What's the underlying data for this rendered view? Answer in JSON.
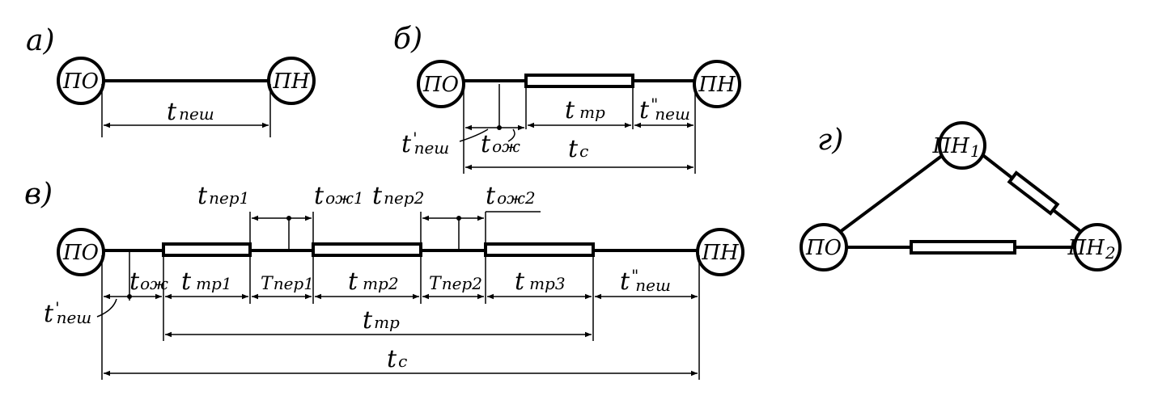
{
  "panels": {
    "a": {
      "label": "а)",
      "origin": "ПО",
      "dest": "ПН",
      "walk": {
        "main": "t",
        "sub": "пеш"
      }
    },
    "b": {
      "label": "б)",
      "origin": "ПО",
      "dest": "ПН",
      "walk1": {
        "main": "t",
        "sup": "'",
        "sub": "пеш"
      },
      "wait": {
        "main": "t",
        "sub": "ож"
      },
      "transit": {
        "main": "t",
        "sub": "тр"
      },
      "walk2": {
        "main": "t",
        "sup": "\"",
        "sub": "пеш"
      },
      "total": {
        "main": "t",
        "sub": "с"
      }
    },
    "v": {
      "label": "в)",
      "origin": "ПО",
      "dest": "ПН",
      "per1_top": {
        "main": "t",
        "sub": "пер1"
      },
      "wait1_top": {
        "main": "t",
        "sub": "ож1"
      },
      "per2_top": {
        "main": "t",
        "sub": "пер2"
      },
      "wait2_top": {
        "main": "t",
        "sub": "ож2"
      },
      "wait": {
        "main": "t",
        "sub": "ож"
      },
      "tr1": {
        "main": "t",
        "sub": "тр1"
      },
      "Tper1": {
        "main": "T",
        "sub": "пер1"
      },
      "tr2": {
        "main": "t",
        "sub": "тр2"
      },
      "Tper2": {
        "main": "T",
        "sub": "пер2"
      },
      "tr3": {
        "main": "t",
        "sub": "тр3"
      },
      "walk2": {
        "main": "t",
        "sup": "\"",
        "sub": "пеш"
      },
      "walk1": {
        "main": "t",
        "sup": "'",
        "sub": "пеш"
      },
      "transit_total": {
        "main": "t",
        "sub": "тр"
      },
      "total": {
        "main": "t",
        "sub": "с"
      }
    },
    "g": {
      "label": "г)",
      "origin": "ПО",
      "dest1": "ПН",
      "dest1_sub": "1",
      "dest2": "ПН",
      "dest2_sub": "2"
    }
  }
}
